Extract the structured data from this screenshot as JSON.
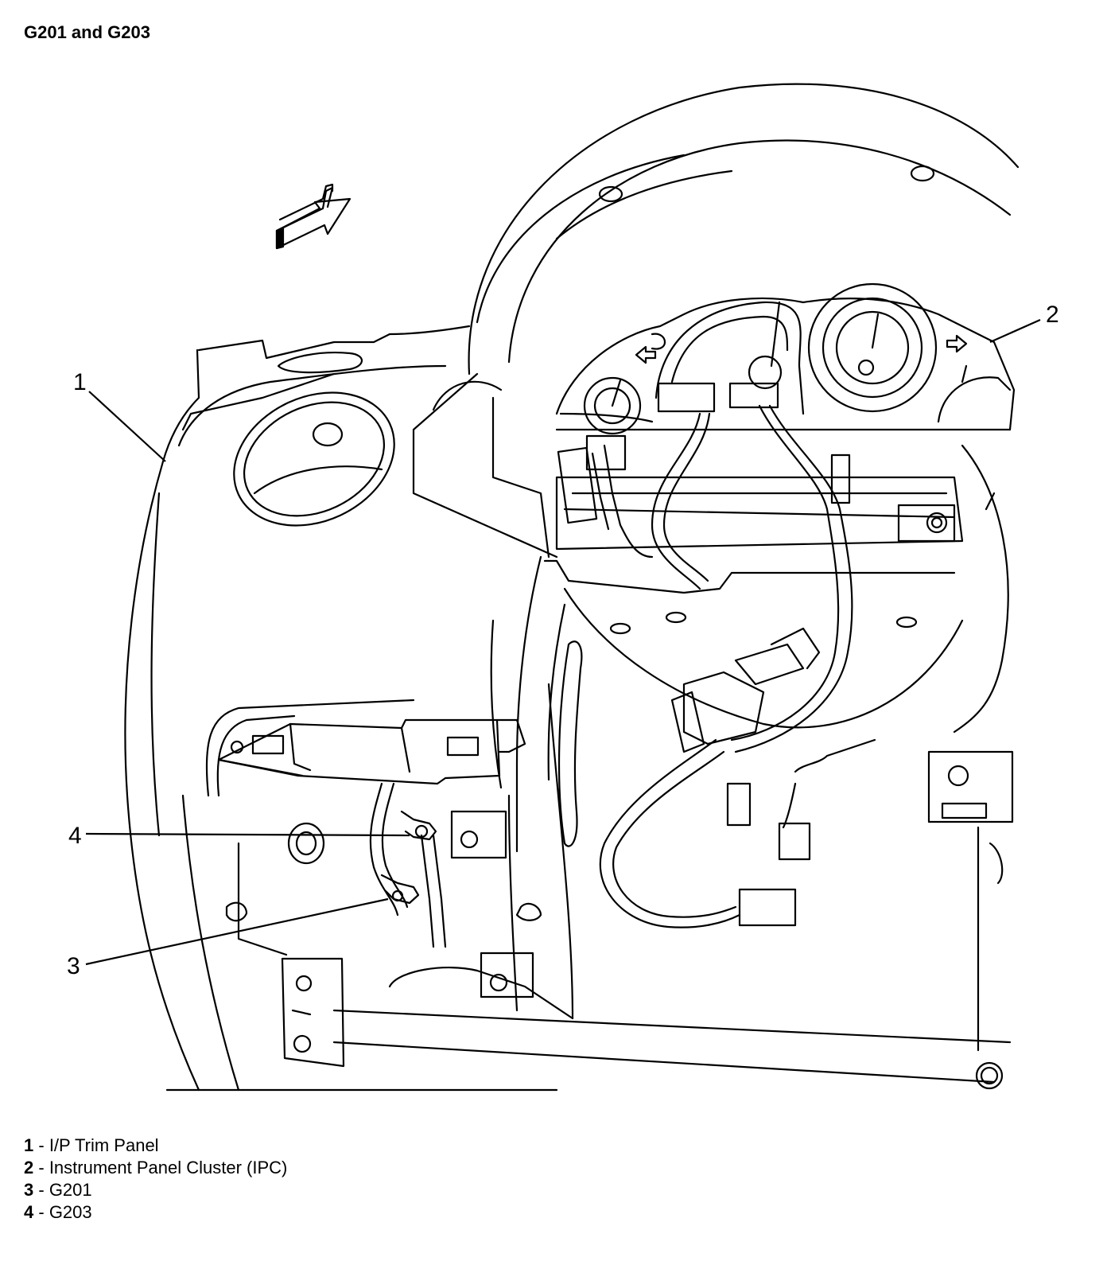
{
  "title": "G201 and G203",
  "callouts": [
    {
      "number": "1"
    },
    {
      "number": "2"
    },
    {
      "number": "3"
    },
    {
      "number": "4"
    }
  ],
  "legend": [
    {
      "number": "1",
      "separator": " - ",
      "label": "I/P Trim Panel"
    },
    {
      "number": "2",
      "separator": " - ",
      "label": "Instrument Panel Cluster (IPC)"
    },
    {
      "number": "3",
      "separator": " - ",
      "label": "G201"
    },
    {
      "number": "4",
      "separator": " - ",
      "label": "G203"
    }
  ]
}
